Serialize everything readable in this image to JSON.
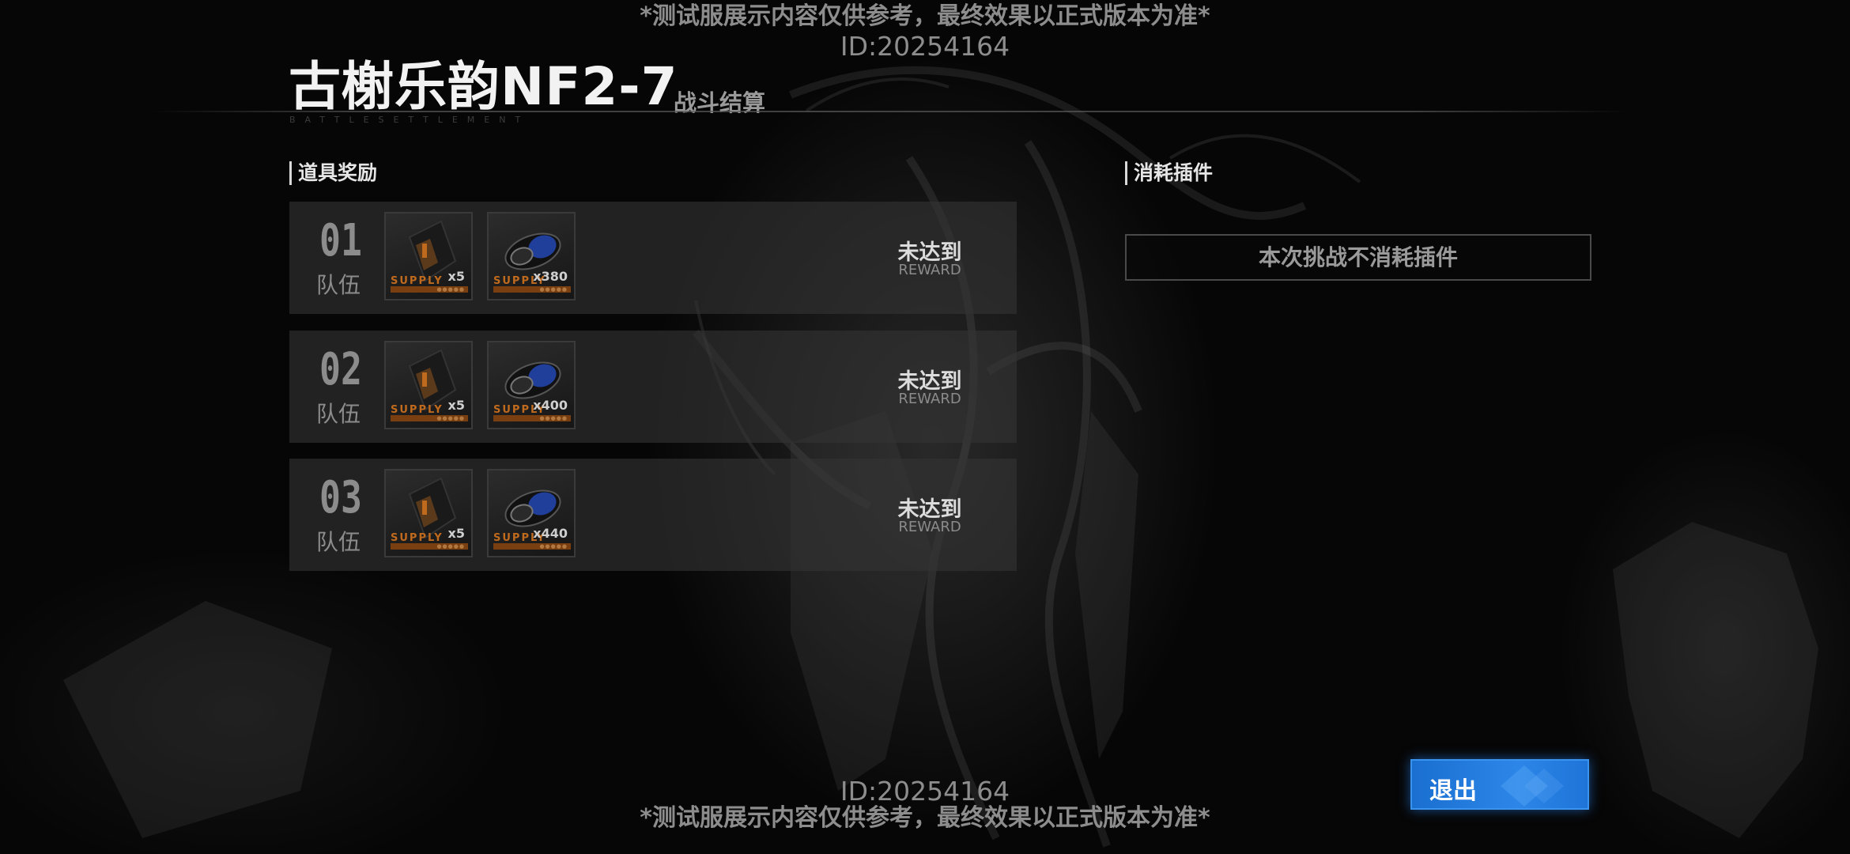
{
  "watermark": {
    "notice": "*测试服展示内容仅供参考，最终效果以正式版本为准*",
    "id": "ID:20254164"
  },
  "header": {
    "title": "古榭乐韵NF2-7",
    "subtitle": "战斗结算",
    "caption": "BATTLESETTLEMENT"
  },
  "rewards": {
    "section_title": "道具奖励",
    "team_label": "队伍",
    "teams": [
      {
        "number": "01",
        "items": [
          {
            "icon": "supply-crate-icon",
            "tag": "SUPPLY",
            "quantity": "x5"
          },
          {
            "icon": "supply-capsule-icon",
            "tag": "SUPPLY",
            "quantity": "x380"
          }
        ],
        "status": "未达到",
        "status_sub": "REWARD"
      },
      {
        "number": "02",
        "items": [
          {
            "icon": "supply-crate-icon",
            "tag": "SUPPLY",
            "quantity": "x5"
          },
          {
            "icon": "supply-capsule-icon",
            "tag": "SUPPLY",
            "quantity": "x400"
          }
        ],
        "status": "未达到",
        "status_sub": "REWARD"
      },
      {
        "number": "03",
        "items": [
          {
            "icon": "supply-crate-icon",
            "tag": "SUPPLY",
            "quantity": "x5"
          },
          {
            "icon": "supply-capsule-icon",
            "tag": "SUPPLY",
            "quantity": "x440"
          }
        ],
        "status": "未达到",
        "status_sub": "REWARD"
      }
    ]
  },
  "plugins": {
    "section_title": "消耗插件",
    "message": "本次挑战不消耗插件"
  },
  "exit_button": {
    "label": "退出"
  },
  "colors": {
    "accent": "#2c86e8",
    "supply_orange": "#c06a1e",
    "capsule_blue": "#1f3f9a"
  }
}
